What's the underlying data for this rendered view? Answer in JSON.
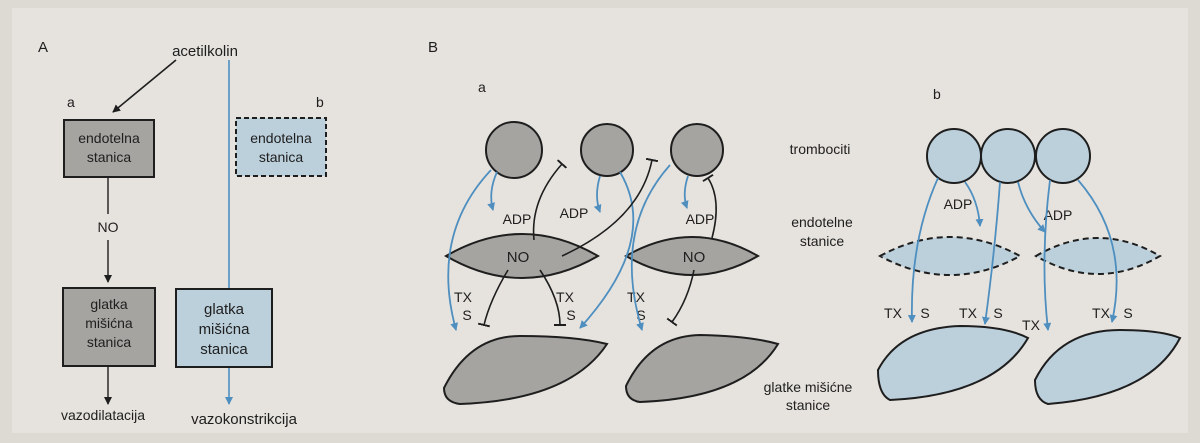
{
  "panel_a": {
    "letter": "A",
    "acetylcholine": "acetilkolin",
    "sub_a": "a",
    "sub_b": "b",
    "endothelial_solid": [
      "endotelna",
      "stanica"
    ],
    "endothelial_dashed": [
      "endotelna",
      "stanica"
    ],
    "no_label": "NO",
    "smooth_gray": [
      "glatka",
      "mišićna",
      "stanica"
    ],
    "smooth_blue": [
      "glatka",
      "mišićna",
      "stanica"
    ],
    "outcome_left": "vazodilatacija",
    "outcome_right": "vazokonstrikcija"
  },
  "panel_b": {
    "letter": "B",
    "sub_a": "a",
    "sub_b": "b",
    "platelets_label": "trombociti",
    "endothelial_label": [
      "endotelne",
      "stanice"
    ],
    "smooth_label": [
      "glatke mišićne",
      "stanice"
    ],
    "adp": "ADP",
    "no": "NO",
    "tx": "TX",
    "s": "S"
  },
  "colors": {
    "background": "#ddd9d3",
    "gray_fill": "#a6a4a1",
    "blue_fill": "#bcd0dc",
    "blue_arrow": "#4e8fc0",
    "line": "#1e1e1e"
  }
}
